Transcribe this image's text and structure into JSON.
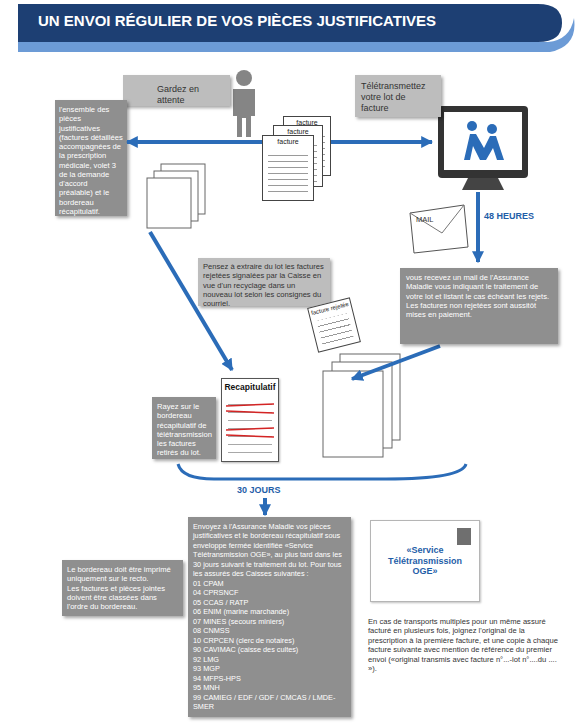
{
  "diagram": {
    "title": "UN ENVOI RÉGULIER DE VOS PIÈCES JUSTIFICATIVES",
    "nodes": [
      {
        "text": [
          "Gardez en attente"
        ]
      },
      {
        "text": [
          "l'ensemble des pièces justificatives (factures détaillées accompagnées de la prescription médicale, volet 3 de la demande d'accord préalable) et le bordereau récapitulatif."
        ]
      },
      {
        "text": [
          "facture"
        ]
      },
      {
        "text": [
          "facture"
        ]
      },
      {
        "text": [
          "facture"
        ]
      },
      {
        "text": [
          "Télétransmettez votre lot de facture"
        ]
      },
      {
        "text": [
          "MAIL"
        ]
      },
      {
        "text": [
          "vous recevez un mail de l'Assurance Maladie vous indiquant le traitement de votre lot et listant le cas échéant les rejets.",
          "Les factures non rejetées sont aussitôt mises en paiement."
        ]
      },
      {
        "text": [
          "Pensez à extraire du lot les factures rejetées signalées par la Caisse en vue d'un recyclage dans un nouveau lot selon les consignes du courriel."
        ]
      },
      {
        "text": [
          "facture rejetée"
        ]
      },
      {
        "text": [
          "Rayez sur le bordereau récapitulatif de télétransmission les factures retirés du lot."
        ]
      },
      {
        "text": [
          "Recapitulatif"
        ]
      },
      {
        "text": [
          "Envoyez à l'Assurance Maladie vos pièces justificatives et le bordereau récapitulatif sous enveloppe fermée identifiée «Service Télétransmission OGE», au plus tard dans les 30 jours suivant le traitement du lot. Pour tous les assurés des Caisses suivantes :",
          "01 CPAM",
          "04 CPRSNCF",
          "05 CCAS / RATP",
          "06 ENIM (marine marchande)",
          "07 MINES (secours miniers)",
          "08 CNMSS",
          "10 CRPCEN (clerc de notaires)",
          "90 CAVIMAC (caisse des cultes)",
          "92 LMG",
          "93 MGP",
          "94 MFPS-HPS",
          "95 MNH",
          "99 CAMIEG / EDF / GDF / CMCAS / LMDE-SMER"
        ]
      },
      {
        "text": [
          "Le bordereau doit être imprimé uniquement sur le recto.",
          "Les factures et pièces jointes doivent être classées dans l'ordre du bordereau."
        ]
      },
      {
        "text": [
          "«Service Télétransmission OGE»"
        ]
      }
    ],
    "edges": [
      {
        "from": 4,
        "to": 1,
        "arrow": "to"
      }
    ],
    "labels": [
      "48 HEURES",
      "30 JOURS",
      "En cas de transports multiples pour un même assuré facturé en plusieurs fois, joignez l'original de la prescription à la première facture, et une copie à chaque facture suivante avec mention de référence du premier envoi («original transmis avec facture n°...-lot n°....du .... »)."
    ]
  }
}
